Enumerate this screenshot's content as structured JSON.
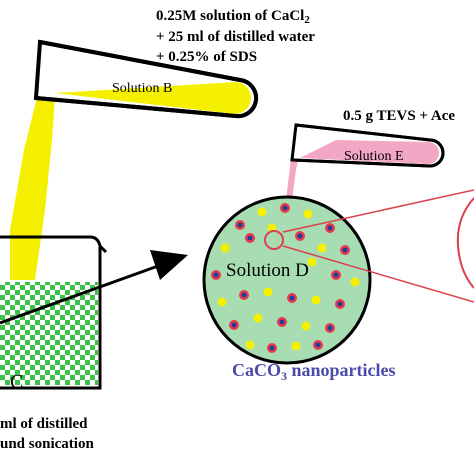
{
  "texts": {
    "solution_b_recipe_line1": "0.25M solution of CaCl",
    "solution_b_recipe_line1_sub": "2",
    "solution_b_recipe_line2": "+ 25 ml of distilled water",
    "solution_b_recipe_line3": "+ 0.25% of SDS",
    "solution_b_label": "Solution B",
    "solution_e_recipe": "0.5 g TEVS + Ace",
    "solution_e_label": "Solution E",
    "solution_d_label": "Solution D",
    "beaker_label": "C",
    "caption_prefix": "CaCO",
    "caption_sub": "3",
    "caption_suffix": " nanoparticles",
    "bottom_line1": "ml of distilled",
    "bottom_line2": "und sonication"
  },
  "colors": {
    "solution_b": "#f5f000",
    "solution_e": "#f2a7c4",
    "solution_d": "#a8ddb4",
    "beaker_liquid_green": "#3cc24a",
    "caption": "#4a4aa8",
    "particle_core": "#1e3f9a",
    "particle_shell": "#e83a4a",
    "particle_yellow": "#f5f000",
    "zoom_lines": "#d9424a"
  }
}
